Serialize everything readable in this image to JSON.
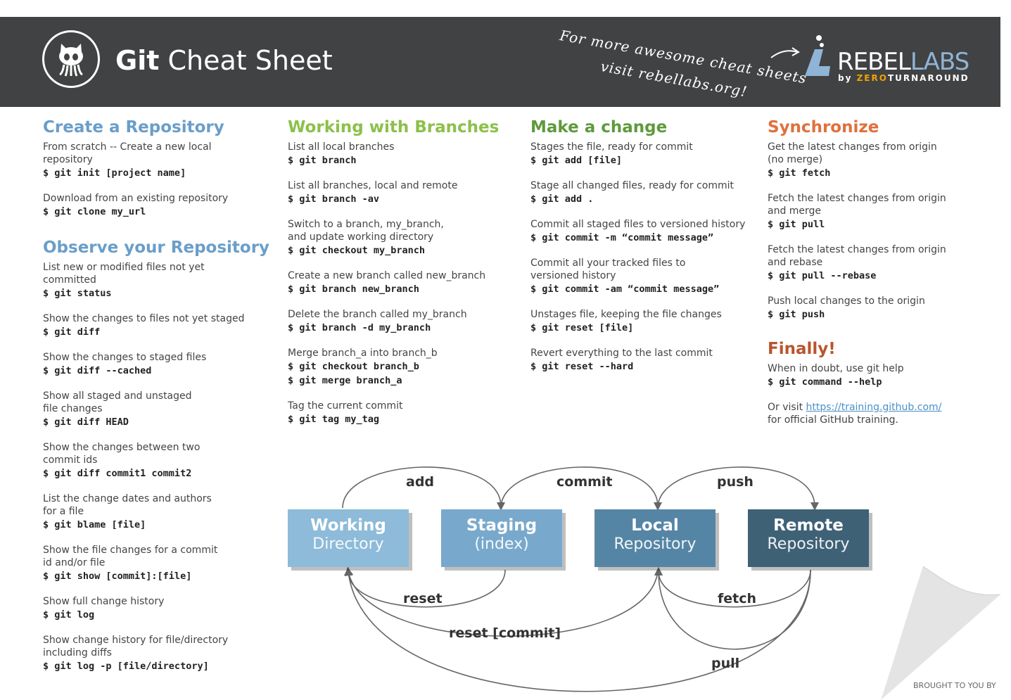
{
  "header": {
    "title_bold": "Git",
    "title_light": "Cheat Sheet",
    "promo_line1": "For more awesome cheat sheets",
    "promo_line2": "visit rebellabs.org!",
    "brand_rebel": "REBEL",
    "brand_labs": "LABS",
    "brand_by": "by ",
    "brand_zero": "ZERO",
    "brand_turnaround": "TURNAROUND"
  },
  "create": {
    "heading": "Create a Repository",
    "items": [
      {
        "desc": "From scratch -- Create a new local\nrepository",
        "cmd": "$ git init [project name]"
      },
      {
        "desc": "Download from an existing repository",
        "cmd": "$ git clone my_url"
      }
    ]
  },
  "observe": {
    "heading": "Observe your Repository",
    "items": [
      {
        "desc": "List new or modified files not yet\ncommitted",
        "cmd": "$ git status"
      },
      {
        "desc": "Show the changes to files not yet staged",
        "cmd": "$ git diff"
      },
      {
        "desc": "Show the changes to staged files",
        "cmd": "$ git diff --cached"
      },
      {
        "desc": "Show all staged and unstaged\nfile changes",
        "cmd": "$ git diff HEAD"
      },
      {
        "desc": "Show the changes between two\ncommit ids",
        "cmd": "$ git diff commit1 commit2"
      },
      {
        "desc": "List the change dates and authors\nfor a file",
        "cmd": "$ git blame [file]"
      },
      {
        "desc": "Show the file changes for a commit\nid and/or file",
        "cmd": "$ git show [commit]:[file]"
      },
      {
        "desc": "Show full change history",
        "cmd": "$ git log"
      },
      {
        "desc": "Show change history for file/directory\nincluding diffs",
        "cmd": "$ git log -p [file/directory]"
      }
    ]
  },
  "branches": {
    "heading": "Working with Branches",
    "items": [
      {
        "desc": "List all local branches",
        "cmd": "$ git branch"
      },
      {
        "desc": "List all branches, local and remote",
        "cmd": "$ git branch -av"
      },
      {
        "desc": "Switch to a branch, my_branch,\nand update working directory",
        "cmd": "$ git checkout my_branch"
      },
      {
        "desc": "Create a new branch called new_branch",
        "cmd": "$ git branch new_branch"
      },
      {
        "desc": "Delete the branch called my_branch",
        "cmd": "$ git branch -d my_branch"
      },
      {
        "desc": "Merge branch_a into branch_b",
        "cmd": "$ git checkout branch_b\n$ git merge branch_a"
      },
      {
        "desc": "Tag the current commit",
        "cmd": "$ git tag my_tag"
      }
    ]
  },
  "change": {
    "heading": "Make a change",
    "items": [
      {
        "desc": "Stages the file, ready for commit",
        "cmd": "$ git add [file]"
      },
      {
        "desc": "Stage all changed files, ready for commit",
        "cmd": "$ git add ."
      },
      {
        "desc": "Commit all staged files to versioned history",
        "cmd": "$ git commit -m “commit message”"
      },
      {
        "desc": "Commit all your tracked files to\nversioned history",
        "cmd": "$ git commit -am “commit message”"
      },
      {
        "desc": "Unstages file, keeping the file changes",
        "cmd": "$ git reset [file]"
      },
      {
        "desc": "Revert everything to the last commit",
        "cmd": "$ git reset --hard"
      }
    ]
  },
  "sync": {
    "heading": "Synchronize",
    "items": [
      {
        "desc": "Get the latest changes from origin\n(no merge)",
        "cmd": "$ git fetch"
      },
      {
        "desc": "Fetch the latest changes from origin\nand merge",
        "cmd": "$ git pull"
      },
      {
        "desc": "Fetch the latest changes from origin\nand rebase",
        "cmd": "$ git pull --rebase"
      },
      {
        "desc": "Push local changes to the origin",
        "cmd": "$ git push"
      }
    ]
  },
  "finally": {
    "heading": "Finally!",
    "desc": "When in doubt, use git help",
    "cmd": "$ git command --help",
    "visit_prefix": "Or visit ",
    "link": "https://training.github.com/",
    "visit_suffix": "for official GitHub training."
  },
  "diagram": {
    "boxes": [
      {
        "title": "Working",
        "sub": "Directory",
        "color": "#8dbbd9"
      },
      {
        "title": "Staging",
        "sub": "(index)",
        "color": "#78a9cc"
      },
      {
        "title": "Local",
        "sub": "Repository",
        "color": "#5585a5"
      },
      {
        "title": "Remote",
        "sub": "Repository",
        "color": "#3e6176"
      }
    ],
    "labels": {
      "add": "add",
      "commit": "commit",
      "push": "push",
      "reset": "reset",
      "reset_commit": "reset [commit]",
      "fetch": "fetch",
      "pull": "pull"
    }
  },
  "footer": {
    "brought": "BROUGHT TO YOU BY"
  }
}
